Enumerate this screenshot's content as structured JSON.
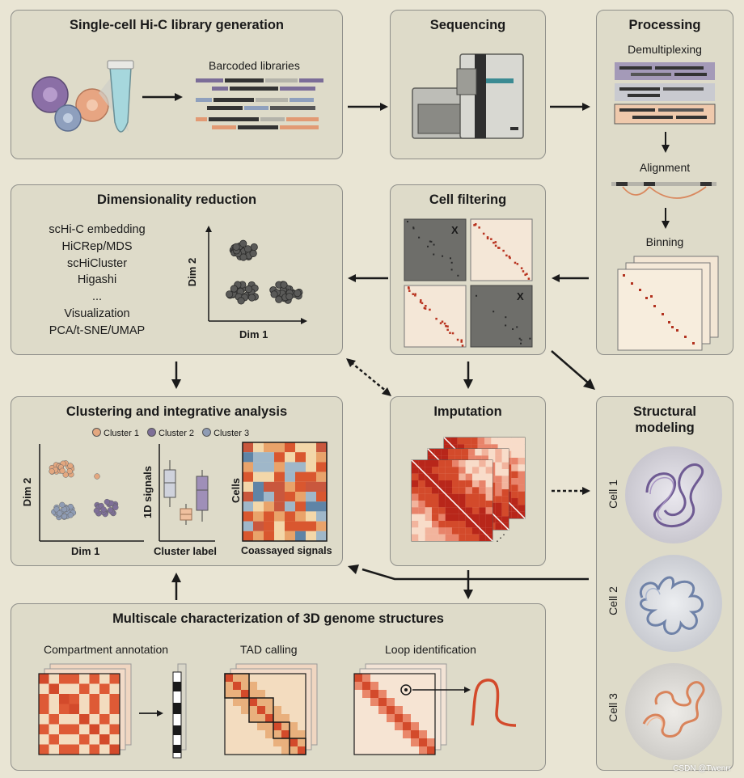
{
  "panels": {
    "library": {
      "title": "Single-cell Hi-C library generation",
      "barcoded": "Barcoded libraries"
    },
    "sequencing": {
      "title": "Sequencing"
    },
    "processing": {
      "title": "Processing",
      "step1": "Demultiplexing",
      "step2": "Alignment",
      "step3": "Binning"
    },
    "dimred": {
      "title": "Dimensionality reduction",
      "methods": [
        "scHi-C embedding",
        "HiCRep/MDS",
        "scHiCluster",
        "Higashi",
        "...",
        "Visualization",
        "PCA/t-SNE/UMAP"
      ],
      "xaxis": "Dim 1",
      "yaxis": "Dim 2"
    },
    "filtering": {
      "title": "Cell filtering",
      "reject_mark": "X"
    },
    "clustering": {
      "title": "Clustering and integrative analysis",
      "legend": [
        "Cluster 1",
        "Cluster 2",
        "Cluster 3"
      ],
      "scatter_x": "Dim 1",
      "scatter_y": "Dim 2",
      "box_y": "1D signals",
      "box_x": "Cluster label",
      "heat_y": "Cells",
      "heat_x": "Coassayed signals"
    },
    "imputation": {
      "title": "Imputation"
    },
    "structural": {
      "title_line1": "Structural",
      "title_line2": "modeling",
      "cells": [
        "Cell 1",
        "Cell 2",
        "Cell 3"
      ]
    },
    "multiscale": {
      "title": "Multiscale characterization of 3D genome structures",
      "sub1": "Compartment annotation",
      "sub2": "TAD calling",
      "sub3": "Loop identification"
    }
  },
  "watermark": "CSDN @Twenrr",
  "colors": {
    "cluster1": "#e3a77f",
    "cluster2": "#7e6f98",
    "cluster3": "#8f9cb4",
    "heat_red": "#d34a2b",
    "heat_light": "#f3dcbf",
    "panel_bg": "#dedbc9"
  }
}
